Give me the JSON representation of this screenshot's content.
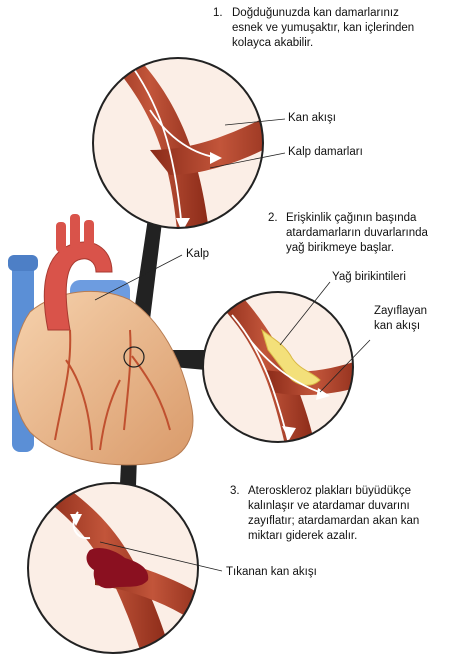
{
  "steps": [
    {
      "number": "1.",
      "text_lines": [
        "Doğduğunuzda kan damarlarınız",
        "esnek ve yumuşaktır, kan içlerinden",
        "kolayca akabilir."
      ]
    },
    {
      "number": "2.",
      "text_lines": [
        "Erişkinlik çağının başında",
        "atardamarların duvarlarında",
        "yağ birikmeye başlar."
      ]
    },
    {
      "number": "3.",
      "text_lines": [
        "Ateroskleroz plakları büyüdükçe",
        "kalınlaşır ve atardamar duvarını",
        "zayıflatır; atardamardan akan kan",
        "miktarı giderek azalır."
      ]
    }
  ],
  "labels": {
    "blood_flow": "Kan akışı",
    "heart_vessels": "Kalp damarları",
    "heart": "Kalp",
    "fat_deposits": "Yağ birikintileri",
    "weakened_flow_line1": "Zayıflayan",
    "weakened_flow_line2": "kan akışı",
    "blocked_flow": "Tıkanan kan akışı"
  },
  "colors": {
    "vessel": "#b5452c",
    "vessel_dark": "#8a2a18",
    "vessel_light": "#d46a4c",
    "heart_body": "#f0c49a",
    "aorta": "#d9534a",
    "vein_blue": "#5b8fd6",
    "plaque": "#f3e07a",
    "clot": "#8a1020"
  }
}
